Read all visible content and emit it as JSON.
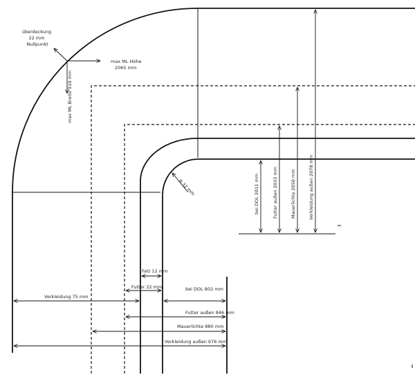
{
  "nullpoint": {
    "line1": "überdeckung",
    "line2": "22 mm",
    "line3": "Nullpunkt"
  },
  "labels": {
    "max_ml_hoehe": [
      "max ML Höhe",
      "2065 mm"
    ],
    "max_ml_breite": "max ML Breite 910 mm",
    "radius": "R 32 mm",
    "bei_dol_height": "bei DOL 2011 mm",
    "futter_aussen_height": "Futter außen 2033 mm",
    "mauerlichte_height": "Mauerlichte 2050 mm",
    "verkleidung_aussen_height": "Verkleidung außen 2078 mm",
    "falz": "Falz 12 mm",
    "futter": "Futter 22 mm",
    "bei_dol_width": "bei DOL 802 mm",
    "verkleidung": "Verkleidung 75 mm",
    "futter_aussen_width": "Futter außen 846 mm",
    "mauerlichte_width": "Mauerlichte 880 mm",
    "verkleidung_aussen_width": "Verkleidung außen 976 mm"
  }
}
